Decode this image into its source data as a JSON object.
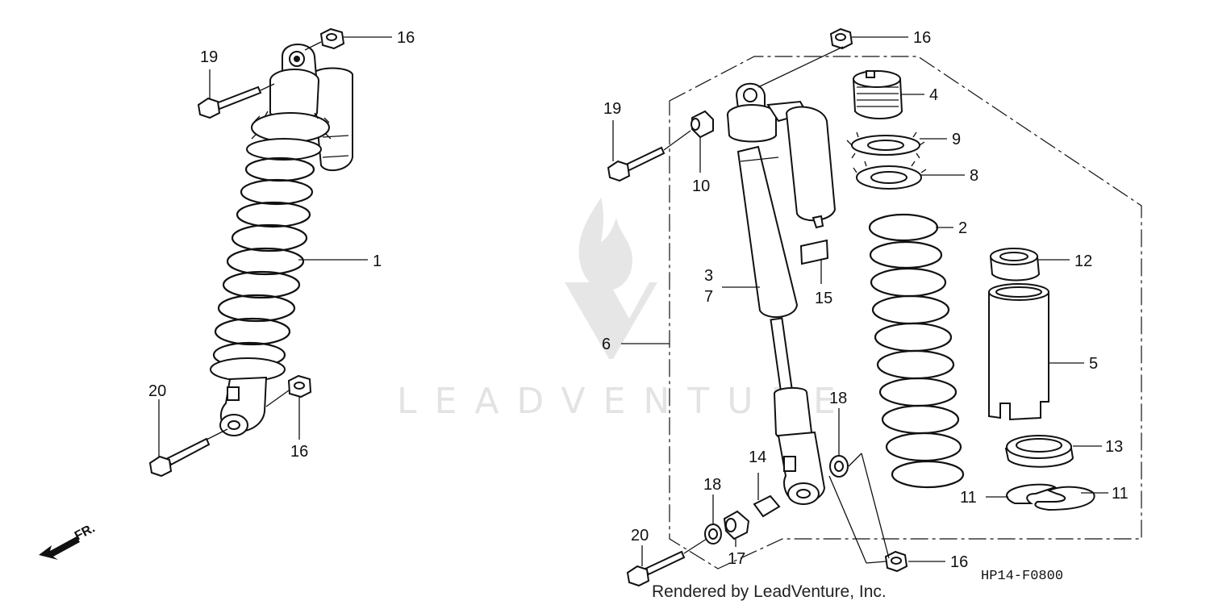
{
  "watermark": {
    "brand_text": "LEADVENTURE"
  },
  "left_assembly": {
    "callouts": [
      {
        "id": "l-16a",
        "label": "16"
      },
      {
        "id": "l-19",
        "label": "19"
      },
      {
        "id": "l-1",
        "label": "1"
      },
      {
        "id": "l-20",
        "label": "20"
      },
      {
        "id": "l-16b",
        "label": "16"
      }
    ]
  },
  "right_assembly": {
    "callouts": [
      {
        "id": "r-16a",
        "label": "16"
      },
      {
        "id": "r-4",
        "label": "4"
      },
      {
        "id": "r-9",
        "label": "9"
      },
      {
        "id": "r-8",
        "label": "8"
      },
      {
        "id": "r-19",
        "label": "19"
      },
      {
        "id": "r-10",
        "label": "10"
      },
      {
        "id": "r-2",
        "label": "2"
      },
      {
        "id": "r-12",
        "label": "12"
      },
      {
        "id": "r-3",
        "label": "3"
      },
      {
        "id": "r-7",
        "label": "7"
      },
      {
        "id": "r-15",
        "label": "15"
      },
      {
        "id": "r-6",
        "label": "6"
      },
      {
        "id": "r-5",
        "label": "5"
      },
      {
        "id": "r-18a",
        "label": "18"
      },
      {
        "id": "r-13",
        "label": "13"
      },
      {
        "id": "r-14",
        "label": "14"
      },
      {
        "id": "r-11a",
        "label": "11"
      },
      {
        "id": "r-11b",
        "label": "11"
      },
      {
        "id": "r-18b",
        "label": "18"
      },
      {
        "id": "r-20",
        "label": "20"
      },
      {
        "id": "r-17",
        "label": "17"
      },
      {
        "id": "r-16b",
        "label": "16"
      }
    ]
  },
  "direction_marker": {
    "label": "FR."
  },
  "footer": {
    "credit": "Rendered by LeadVenture, Inc.",
    "diagram_code": "HP14-F0800"
  }
}
